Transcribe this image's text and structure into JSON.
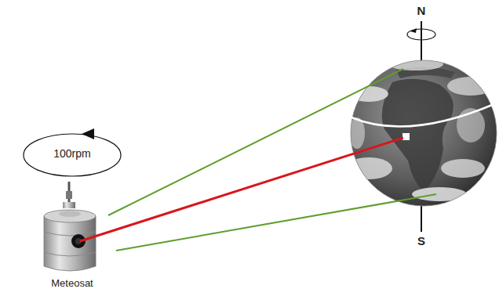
{
  "diagram": {
    "labels": [
      "N",
      "100rpm",
      "S",
      "Meteosat"
    ]
  }
}
